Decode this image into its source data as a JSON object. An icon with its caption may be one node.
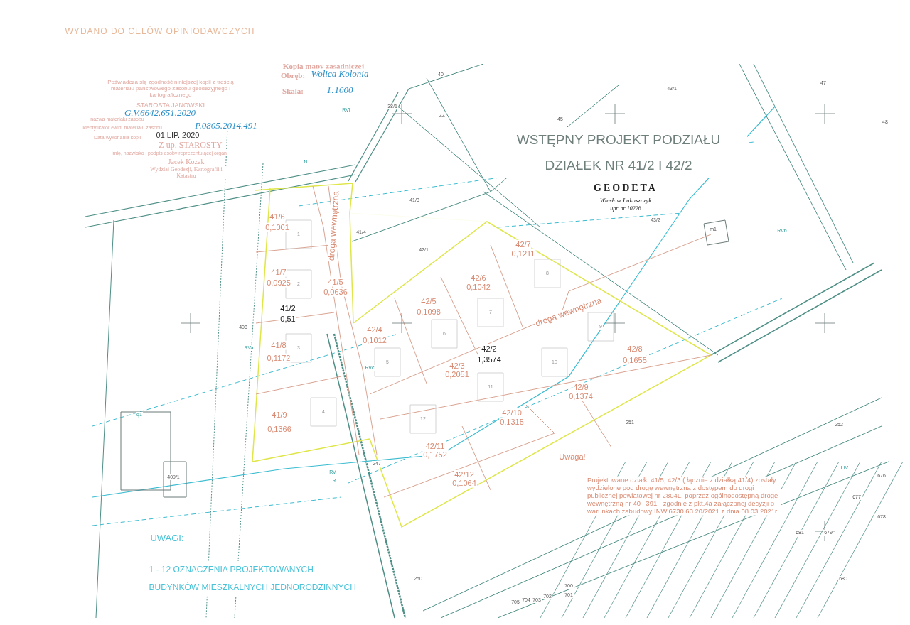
{
  "diagram": {
    "title": "WSTĘPNY PROJEKT PODZIAŁU DZIAŁEK NR 41/2 I 42/2",
    "labels": [
      "WYDANO DO CELÓW OPINIODAWCZYCH",
      "Kopia mapy zasadniczej",
      "Obręb:",
      "Wolica Kolonia",
      "Skala:",
      "1:1000",
      "Poświadcza się zgodność niniejszej kopii z treścią materiału państwowego zasobu geodezyjnego i kartograficznego",
      "STAROSTA JANOWSKI",
      "G.V.6642.651.2020",
      "nazwa materiału zasobu",
      "Identyfikator ewid. materiału zasobu",
      "P.0805.2014.491",
      "Data wykonania kopii",
      "01 LIP. 2020",
      "Z up. STAROSTY",
      "imię, nazwisko i podpis osoby reprezentującej organ",
      "Jacek Kozak",
      "Wydział Geodezji, Kartografii i Katastru",
      "GEODETA",
      "Wiesław Łukaszczyk",
      "upr. nr 10226",
      "41/6",
      "0,1001",
      "41/7",
      "0,0925",
      "41/5",
      "0,0636",
      "41/2",
      "0,51",
      "41/8",
      "0,1172",
      "41/9",
      "0,1366",
      "42/7",
      "0,1211",
      "42/6",
      "0,1042",
      "42/5",
      "0,1098",
      "42/4",
      "0,1012",
      "42/2",
      "1,3574",
      "42/3",
      "0,2051",
      "42/8",
      "0,1655",
      "42/9",
      "0,1374",
      "42/10",
      "0,1315",
      "42/11",
      "0,1752",
      "42/12",
      "0,1064",
      "droga wewnętrzna",
      "droga wewnętrzna",
      "1",
      "2",
      "3",
      "4",
      "5",
      "6",
      "7",
      "8",
      "9",
      "10",
      "11",
      "12",
      "40",
      "38/1",
      "44",
      "45",
      "43/1",
      "47",
      "48",
      "41/3",
      "41/4",
      "42/1",
      "43/2",
      "m1",
      "251",
      "252",
      "247",
      "250",
      "408",
      "409/1",
      "q1",
      "RV",
      "RVI",
      "RVa",
      "RVb",
      "RVc",
      "R",
      "N",
      "LIV",
      "676",
      "677",
      "678",
      "679",
      "680",
      "681",
      "700",
      "701",
      "702",
      "703",
      "704",
      "705",
      "Uwaga!",
      "Projektowane działki 41/5, 42/3 ( łącznie z działką 41/4) zostały wydzielone pod drogę wewnętrzną z dostępem do drogi publicznej powiatowej nr 2804L, poprzez ogólnodostępną drogę wewnętrzną nr 40 i 391 - zgodnie z pkt.4a załączonej decyzji o warunkach zabudowy INW.6730.63.20/2021 z dnia 08.03.2021r..",
      "UWAGI:",
      "1 - 12 OZNACZENIA PROJEKTOWANYCH BUDYNKÓW MIESZKALNYCH JEDNORODZINNYCH"
    ]
  }
}
